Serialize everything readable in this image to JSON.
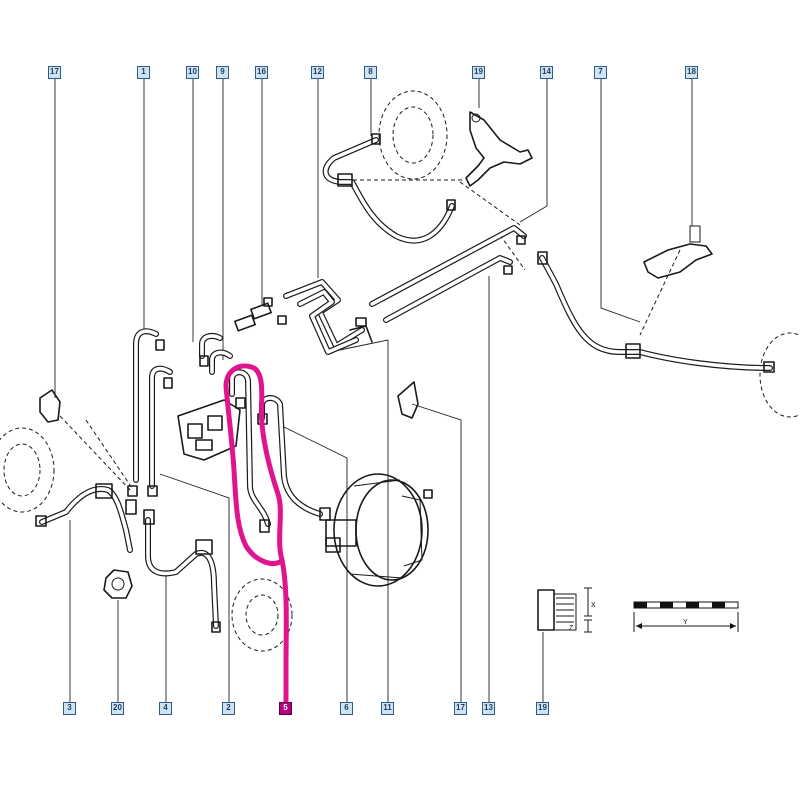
{
  "callouts": {
    "c17a": "17",
    "c1": "1",
    "c10": "10",
    "c9": "9",
    "c16": "16",
    "c12": "12",
    "c8": "8",
    "c19a": "19",
    "c14": "14",
    "c7": "7",
    "c18": "18",
    "c3": "3",
    "c20": "20",
    "c4": "4",
    "c2": "2",
    "c5": "5",
    "c6": "6",
    "c11": "11",
    "c17b": "17",
    "c13": "13",
    "c19b": "19"
  },
  "dimensions": {
    "x": "X",
    "z": "Z",
    "y": "Y"
  },
  "colors": {
    "highlight": "#e0148c",
    "tag_fill": "#cfe3f2",
    "tag_border": "#2b5d8c"
  }
}
